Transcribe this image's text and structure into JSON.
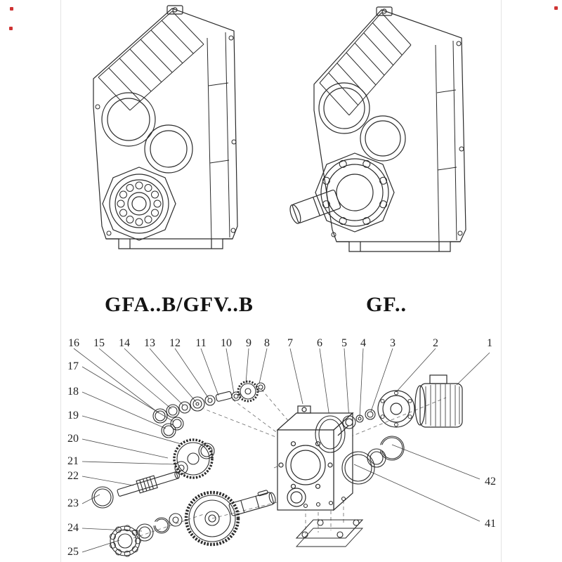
{
  "models": {
    "left_label": "GFA..B/GFV..B",
    "right_label": "GF.."
  },
  "exploded": {
    "top_row": [
      "16",
      "15",
      "14",
      "13",
      "12",
      "11",
      "10",
      "9",
      "8",
      "7",
      "6",
      "5",
      "4",
      "3",
      "2",
      "1"
    ],
    "left_column": [
      "17",
      "18",
      "19",
      "20",
      "21",
      "22",
      "23",
      "24",
      "25"
    ],
    "right_column": [
      "42",
      "41"
    ]
  },
  "colors": {
    "line": "#2b2b2b",
    "leader": "#4a4a4a",
    "dashed": "#6a6a6a",
    "watermark": "#cf3333",
    "background": "#ffffff"
  }
}
